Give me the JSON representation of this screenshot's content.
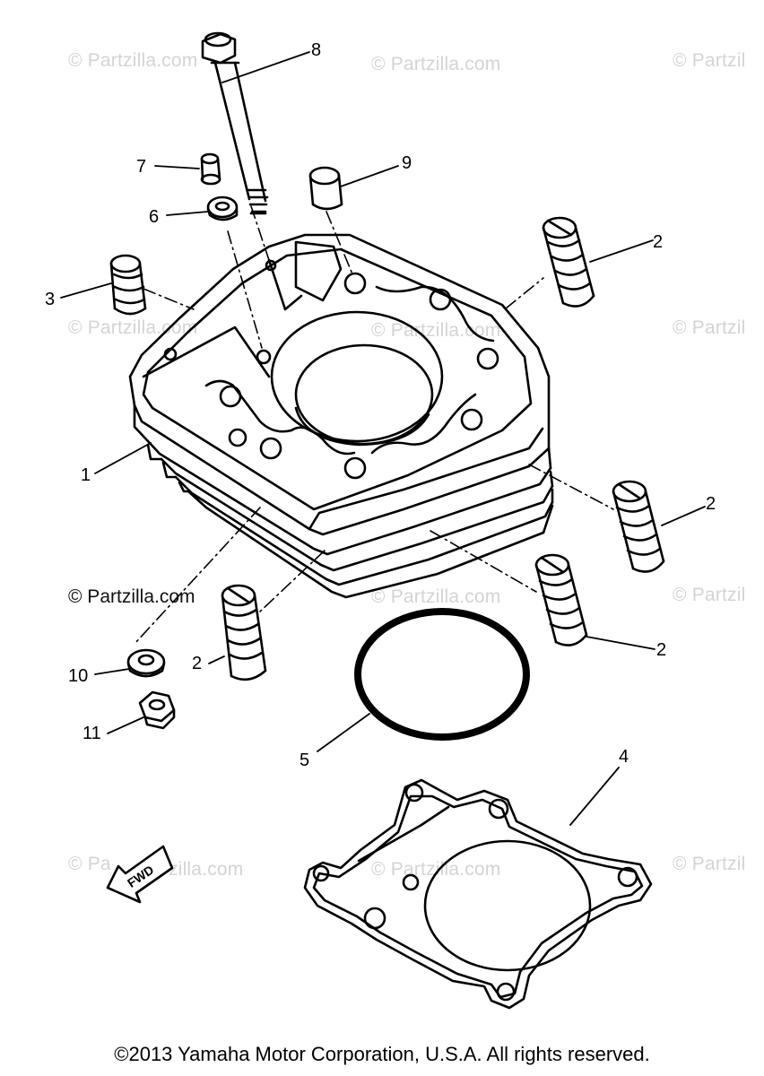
{
  "watermark": "© Partzilla.com",
  "watermark_partial": "© Partzil",
  "watermark_cut_pa": "© Pa",
  "watermark_cut_tail": "zilla.com",
  "fwd": "FWD",
  "callouts": {
    "c1": "1",
    "c2a": "2",
    "c2b": "2",
    "c2c": "2",
    "c2d": "2",
    "c3": "3",
    "c4": "4",
    "c5": "5",
    "c6": "6",
    "c7": "7",
    "c8": "8",
    "c9": "9",
    "c10": "10",
    "c11": "11"
  },
  "copyright": "©2013 Yamaha Motor Corporation, U.S.A. All rights reserved."
}
